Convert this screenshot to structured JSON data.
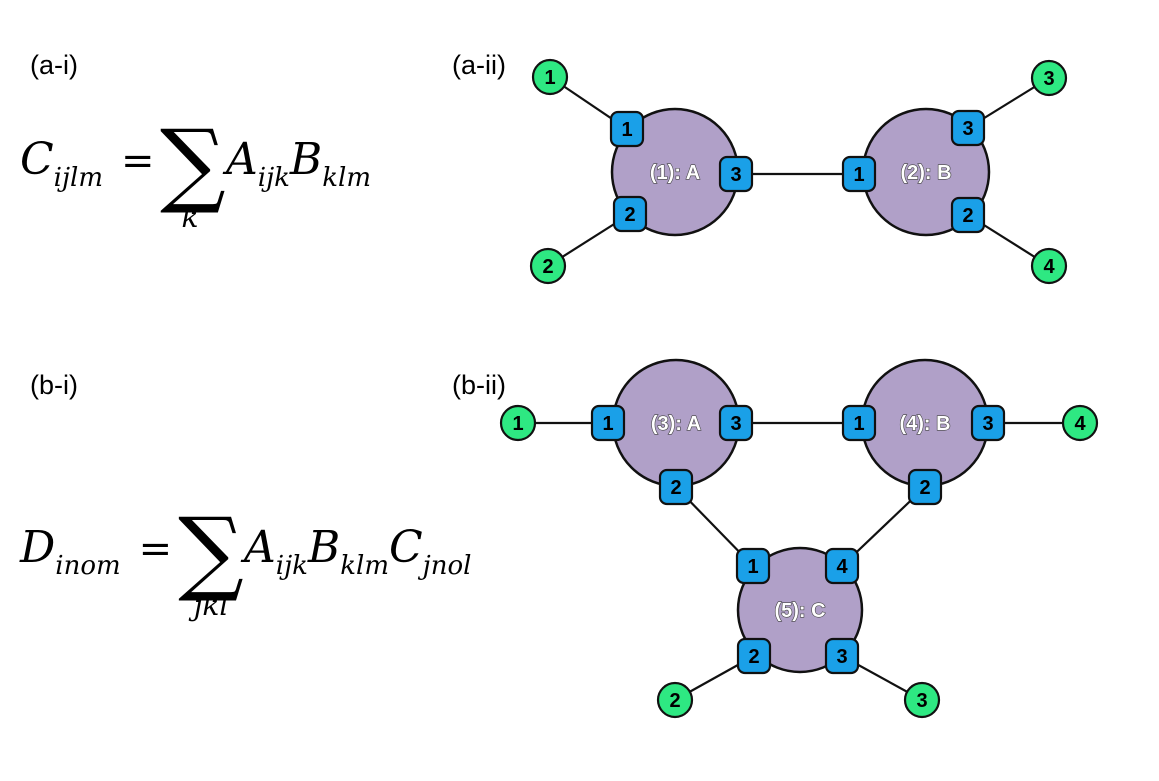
{
  "panels": {
    "a_i": "(a-i)",
    "a_ii": "(a-ii)",
    "b_i": "(b-i)",
    "b_ii": "(b-ii)"
  },
  "equation_a": {
    "lhs": "C",
    "lhs_sub": "ijlm",
    "equals": "=",
    "sum_sub": "k",
    "t1": "A",
    "t1_sub": "ijk",
    "t2": "B",
    "t2_sub": "klm"
  },
  "equation_b": {
    "lhs": "D",
    "lhs_sub": "inom",
    "equals": "=",
    "sum_sub": "jkl",
    "t1": "A",
    "t1_sub": "ijk",
    "t2": "B",
    "t2_sub": "klm",
    "t3": "C",
    "t3_sub": "jnol"
  },
  "colors": {
    "tensor_fill": "#b0a0c8",
    "port_fill": "#1aa0e8",
    "leg_fill": "#2ee882",
    "stroke": "#111111"
  },
  "diagram_a": {
    "tensors": [
      {
        "label": "(1): A"
      },
      {
        "label": "(2): B"
      }
    ],
    "ports": [
      "1",
      "2",
      "3",
      "1",
      "3",
      "2"
    ],
    "legs": [
      "1",
      "2",
      "3",
      "4"
    ]
  },
  "diagram_b": {
    "tensors": [
      {
        "label": "(3): A"
      },
      {
        "label": "(4): B"
      },
      {
        "label": "(5): C"
      }
    ],
    "ports": [
      "1",
      "3",
      "2",
      "1",
      "3",
      "2",
      "1",
      "4",
      "2",
      "3"
    ],
    "legs": [
      "1",
      "4",
      "2",
      "3"
    ]
  }
}
